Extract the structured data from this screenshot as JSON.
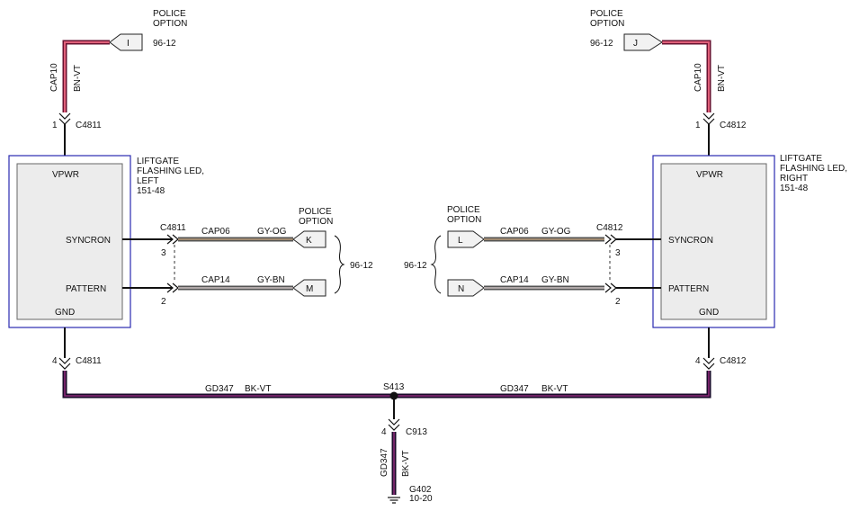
{
  "colors": {
    "bn_vt_outer": "#6a1230",
    "bn_vt_inner": "#e0607a",
    "bk_vt_outer": "#1a0a2a",
    "bk_vt_inner": "#8a2a78",
    "gray_wire_outer": "#555555",
    "gray_wire_inner": "#b0a8a8",
    "og_wire_inner": "#a08a70",
    "module_border": "#2a2ab0",
    "module_fill": "#ececec"
  },
  "left_top": {
    "option_line1": "POLICE",
    "option_line2": "OPTION",
    "connector_letter": "I",
    "ref": "96-12",
    "circuit": "CAP10",
    "wire_color": "BN-VT",
    "pin": "1",
    "connector": "C4811"
  },
  "right_top": {
    "option_line1": "POLICE",
    "option_line2": "OPTION",
    "connector_letter": "J",
    "ref": "96-12",
    "circuit": "CAP10",
    "wire_color": "BN-VT",
    "pin": "1",
    "connector": "C4812"
  },
  "left_module": {
    "title_line1": "LIFTGATE",
    "title_line2": "FLASHING LED,",
    "title_line3": "LEFT",
    "title_line4": "151-48",
    "vpwr": "VPWR",
    "syncron": "SYNCRON",
    "pattern": "PATTERN",
    "gnd": "GND"
  },
  "right_module": {
    "title_line1": "LIFTGATE",
    "title_line2": "FLASHING LED,",
    "title_line3": "RIGHT",
    "title_line4": "151-48",
    "vpwr": "VPWR",
    "syncron": "SYNCRON",
    "pattern": "PATTERN",
    "gnd": "GND"
  },
  "left_signals": {
    "connector": "C4811",
    "option_line1": "POLICE",
    "option_line2": "OPTION",
    "syncron_pin": "3",
    "syncron_circuit": "CAP06",
    "syncron_color": "GY-OG",
    "syncron_letter": "K",
    "pattern_pin": "2",
    "pattern_circuit": "CAP14",
    "pattern_color": "GY-BN",
    "pattern_letter": "M",
    "ref": "96-12"
  },
  "right_signals": {
    "connector": "C4812",
    "option_line1": "POLICE",
    "option_line2": "OPTION",
    "syncron_pin": "3",
    "syncron_circuit": "CAP06",
    "syncron_color": "GY-OG",
    "syncron_letter": "L",
    "pattern_pin": "2",
    "pattern_circuit": "CAP14",
    "pattern_color": "GY-BN",
    "pattern_letter": "N",
    "ref": "96-12"
  },
  "ground": {
    "left_pin": "4",
    "left_connector": "C4811",
    "right_pin": "4",
    "right_connector": "C4812",
    "left_circuit": "GD347",
    "left_color": "BK-VT",
    "right_circuit": "GD347",
    "right_color": "BK-VT",
    "splice": "S413",
    "down_pin": "4",
    "down_connector": "C913",
    "down_circuit": "GD347",
    "down_color": "BK-VT",
    "ground_point": "G402",
    "ground_ref": "10-20"
  }
}
